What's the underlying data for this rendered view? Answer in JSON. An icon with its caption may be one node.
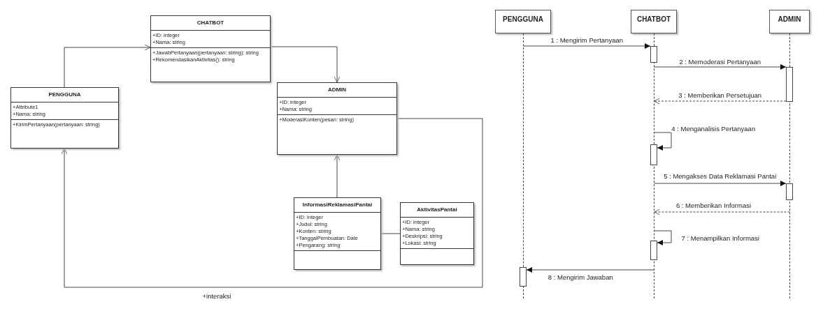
{
  "diagram": {
    "nodes": [
      {
        "text": [
          "CHATBOT",
          "+ID: integer",
          "+Nama: string",
          "+JawabPertanyaan(pertanyaan: string): string",
          "+RekomendasikanAktivitas(): string"
        ]
      },
      {
        "text": [
          "PENGGUNA",
          "+Attribute1",
          "+Nama: string",
          "+KirimPertanyaan(pertanyaan: string)"
        ]
      },
      {
        "text": [
          "ADMIN",
          "+ID: integer",
          "+Nama: string",
          "+ModerasiKonten(pesan: string)"
        ]
      },
      {
        "text": [
          "InformasiReklamasiPantai",
          "+ID: integer",
          "+Judul: string",
          "+Konten: string",
          "+TanggalPembuatan: Date",
          "+Pengarang: string"
        ]
      },
      {
        "text": [
          "AktivitasPantai",
          "+ID: integer",
          "+Nama: string",
          "+Deskripsi: string",
          "+Lokasi: string"
        ]
      },
      {
        "text": [
          "PENGGUNA"
        ]
      },
      {
        "text": [
          "CHATBOT"
        ]
      },
      {
        "text": [
          "ADMIN"
        ]
      },
      {
        "text": [],
        "shape": "bar"
      },
      {
        "text": [],
        "shape": "bar"
      },
      {
        "text": [],
        "shape": "bar"
      },
      {
        "text": [],
        "shape": "bar"
      },
      {
        "text": [],
        "shape": "bar"
      },
      {
        "text": [],
        "shape": "bar"
      },
      {
        "text": [],
        "shape": "line"
      },
      {
        "text": [],
        "shape": "line"
      },
      {
        "text": [],
        "shape": "line"
      }
    ],
    "edges": [
      {
        "from": 1,
        "to": 0,
        "arrow": "to"
      },
      {
        "from": 0,
        "to": 2,
        "arrow": "to"
      },
      {
        "from": 3,
        "to": 2,
        "arrow": "to"
      },
      {
        "from": 3,
        "to": 4,
        "arrow": "none"
      },
      {
        "from": 2,
        "to": 1,
        "arrow": "to",
        "label": "+interaksi"
      },
      {
        "from": 14,
        "to": 8,
        "arrow": "to",
        "label": "1 : Mengirim Pertanyaan"
      },
      {
        "from": 15,
        "to": 9,
        "arrow": "to",
        "label": "2 : Memoderasi Pertanyaan"
      },
      {
        "from": 9,
        "to": 15,
        "arrow": "to",
        "label": "3 : Memberikan Persetujuan",
        "style": "dashed"
      },
      {
        "from": 15,
        "to": 10,
        "arrow": "to",
        "label": "4 : Menganalisis Pertanyaan"
      },
      {
        "from": 15,
        "to": 11,
        "arrow": "to",
        "label": "5 : Mengakses Data Reklamasi Pantai"
      },
      {
        "from": 16,
        "to": 15,
        "arrow": "to",
        "label": "6 : Memberikan Informasi",
        "style": "dashed"
      },
      {
        "from": 15,
        "to": 12,
        "arrow": "to",
        "label": "7 : Menampilkan Informasi"
      },
      {
        "from": 15,
        "to": 13,
        "arrow": "to",
        "label": "8 : Mengirim Jawaban"
      }
    ]
  }
}
